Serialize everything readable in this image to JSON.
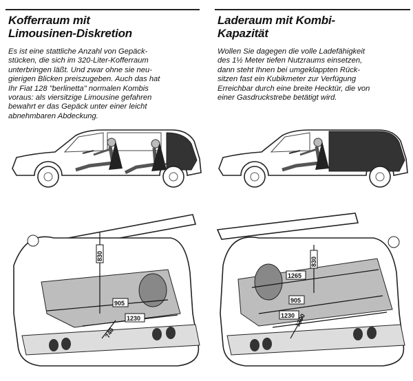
{
  "left": {
    "title_lines": [
      "Kofferraum mit",
      "Limousinen-Diskretion"
    ],
    "body_lines": [
      "Es ist eine stattliche Anzahl von Gepäck-",
      "stücken, die sich im 320-Liter-Kofferraum",
      "unterbringen läßt. Und zwar ohne sie neu-",
      "gierigen Blicken preiszugeben. Auch das hat",
      "Ihr Fiat 128 \"berlinetta\" normalen Kombis",
      "voraus: als viersitzige Limousine gefahren",
      "bewahrt er das Gepäck unter einer leicht",
      "abnehmbaren Abdeckung."
    ],
    "dimensions": {
      "height": "830",
      "width": "905",
      "length": "1230",
      "depth": "740"
    }
  },
  "right": {
    "title_lines": [
      "Laderaum mit Kombi-",
      "Kapazität"
    ],
    "body_lines": [
      "Wollen Sie dagegen die volle Ladefähigkeit",
      "des 1½ Meter tiefen Nutzraums einsetzen,",
      "dann steht Ihnen bei umgeklappten Rück-",
      "sitzen fast ein  Kubikmeter zur Verfügung",
      "Erreichbar durch eine breite Hecktür, die von",
      "einer Gasdruckstrebe betätigt wird."
    ],
    "dimensions": {
      "height": "830",
      "length_top": "1265",
      "width": "905",
      "length": "1230",
      "depth": "1300"
    }
  }
}
